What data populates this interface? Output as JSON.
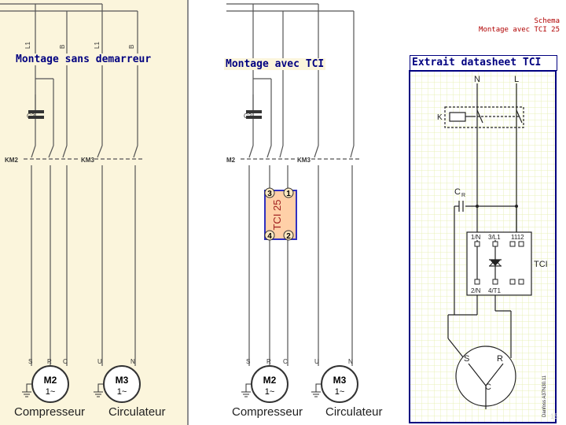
{
  "header": {
    "line1": "Schema",
    "line2": "Montage avec TCI 25"
  },
  "left": {
    "title": "Montage sans demarreur",
    "capacitor": "C2",
    "contactors": [
      "KM2",
      "KM3"
    ],
    "top_labels": [
      "L1",
      "B",
      "L1",
      "B"
    ],
    "motor1": {
      "name": "M2",
      "phase": "1~",
      "terms": [
        "S",
        "R",
        "C"
      ],
      "label": "Compresseur"
    },
    "motor2": {
      "name": "M3",
      "phase": "1~",
      "terms": [
        "U",
        "N"
      ],
      "label": "Circulateur"
    }
  },
  "middle": {
    "title": "Montage avec TCI",
    "capacitor": "C2",
    "contactors": [
      "M2",
      "KM3"
    ],
    "tci_label": "TCI 25",
    "tci_pins": [
      "3",
      "1",
      "4",
      "2"
    ],
    "motor1": {
      "name": "M2",
      "phase": "1~",
      "terms": [
        "S",
        "R",
        "C"
      ],
      "label": "Compresseur"
    },
    "motor2": {
      "name": "M3",
      "phase": "1~",
      "terms": [
        "U",
        "N"
      ],
      "label": "Circulateur"
    }
  },
  "datasheet": {
    "title": "Extrait datasheet  TCI",
    "n": "N",
    "l": "L",
    "k": "K",
    "cr": "C",
    "cr_sub": "R",
    "pins_top": [
      "1/N",
      "3/L1",
      "1112"
    ],
    "pins_bottom": [
      "2/N",
      "4/T1"
    ],
    "tci": "TCI",
    "motor_terms": [
      "S",
      "R",
      "C"
    ],
    "ref": "Danfoss A37N30.11",
    "page": "15"
  },
  "colors": {
    "left_bg": "#fbf5dc",
    "title": "#000080",
    "header": "#b00000",
    "tci_fill": "#ffd0a8",
    "tci_border": "#3030c0",
    "ds_grid": "#e9f0b8"
  }
}
